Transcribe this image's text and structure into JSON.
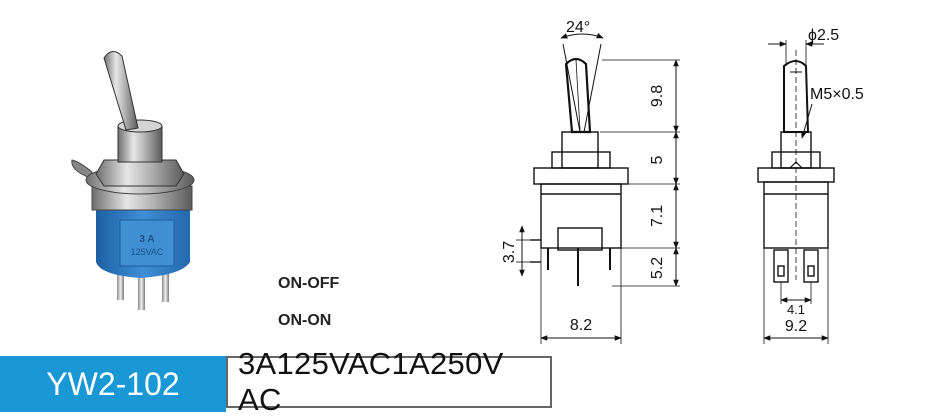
{
  "product": {
    "model": "YW2-102",
    "rating": "3A125VAC1A250V AC",
    "modes": [
      "ON-OFF",
      "ON-ON"
    ],
    "body_marking": [
      "3 A",
      "125VAC"
    ]
  },
  "dimensions": {
    "lever_angle": "24°",
    "lever_length": "9.8",
    "bushing_height": "5",
    "body_upper": "7.1",
    "body_lower": "5.2",
    "side_terminal": "3.7",
    "body_width": "8.2",
    "lever_diameter": "ϕ2.5",
    "thread": "M5×0.5",
    "terminal_pitch": "4.1",
    "base_width": "9.2"
  },
  "colors": {
    "label_bg": "#1a98d6",
    "housing_blue": "#2f7fc4",
    "drawing_line": "#111111"
  }
}
